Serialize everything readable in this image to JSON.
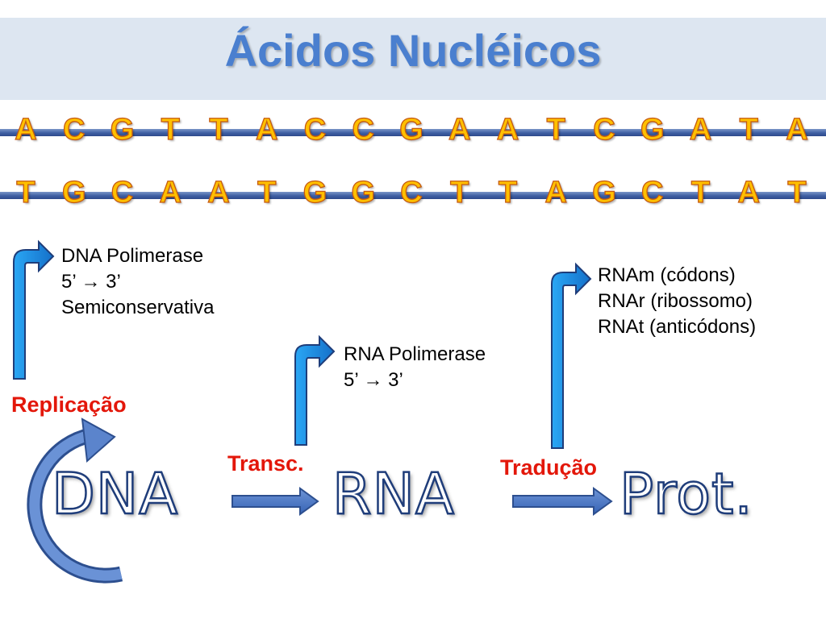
{
  "title": "Ácidos Nucléicos",
  "strand_top": [
    "A",
    "C",
    "G",
    "T",
    "T",
    "A",
    "C",
    "C",
    "G",
    "A",
    "A",
    "T",
    "C",
    "G",
    "A",
    "T",
    "A"
  ],
  "strand_bottom": [
    "T",
    "G",
    "C",
    "A",
    "A",
    "T",
    "G",
    "G",
    "C",
    "T",
    "T",
    "A",
    "G",
    "C",
    "T",
    "A",
    "T"
  ],
  "replication": {
    "label": "Replicação",
    "notes": [
      "DNA Polimerase",
      "5’ → 3’",
      "Semiconservativa"
    ]
  },
  "transcription": {
    "label": "Transc.",
    "notes": [
      "RNA Polimerase",
      "5’ → 3’"
    ]
  },
  "translation": {
    "label": "Tradução",
    "notes": [
      "RNAm (códons)",
      "RNAr (ribossomo)",
      "RNAt (anticódons)"
    ]
  },
  "molecules": {
    "dna": "DNA",
    "rna": "RNA",
    "prot": "Prot."
  },
  "colors": {
    "title": "#4a7fcf",
    "base_fill": "#ffc000",
    "base_stroke": "#c55a11",
    "label_red": "#e3170a",
    "arrow_blue": "#1f8fe8",
    "arrow_outline": "#1f3d7a"
  }
}
